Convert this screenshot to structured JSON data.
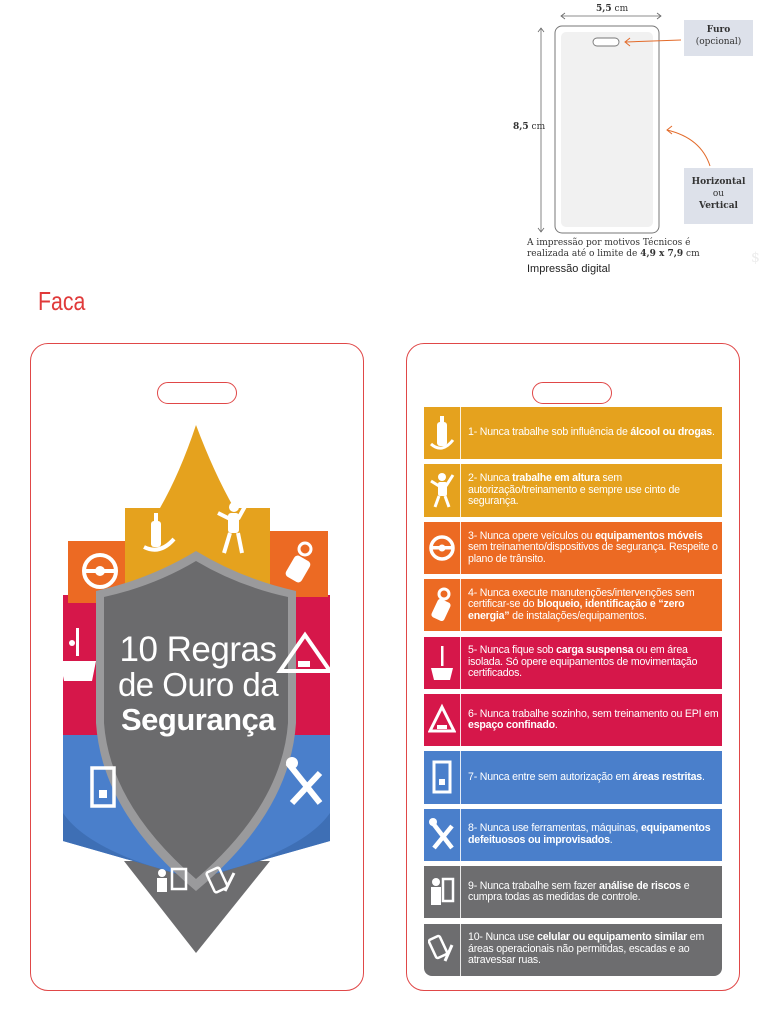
{
  "spec": {
    "width_label": "5,5",
    "height_label": "8,5",
    "unit": "cm",
    "furo_title": "Furo",
    "furo_sub": "(opcional)",
    "orient_h": "Horizontal",
    "orient_ou": "ou",
    "orient_v": "Vertical",
    "note_line1": "A impressão por motivos Técnicos é",
    "note_line2_prefix": "realizada até o limite de ",
    "note_line2_bold": "4,9 x 7,9",
    "note_line2_suffix": " cm",
    "digital": "Impressão digital"
  },
  "faca_title": "Faca",
  "shield": {
    "line1": "10 Regras",
    "line2": "de Ouro da",
    "line3": "Segurança"
  },
  "colors": {
    "yellow": "#e5a21e",
    "orange": "#ec6a23",
    "red": "#d6174a",
    "blue": "#4a7fcb",
    "gray": "#6d6d6f",
    "shield": "#6b6b6d",
    "card_border": "#e04848"
  },
  "rules": [
    {
      "color": "#e5a21e",
      "icon": "alcohol-icon",
      "parts": [
        [
          "1- Nunca trabalhe sob influência de ",
          false
        ],
        [
          "álcool ou drogas",
          true
        ],
        [
          ".",
          false
        ]
      ]
    },
    {
      "color": "#e5a21e",
      "icon": "height-work-icon",
      "parts": [
        [
          "2- Nunca ",
          false
        ],
        [
          "trabalhe em altura",
          true
        ],
        [
          " sem autorização/treinamento e sempre use cinto de segurança.",
          false
        ]
      ]
    },
    {
      "color": "#ec6a23",
      "icon": "steering-wheel-icon",
      "parts": [
        [
          "3- Nunca opere veículos ou ",
          false
        ],
        [
          "equipamentos móveis",
          true
        ],
        [
          " sem treinamento/dispositivos de segurança. Respeite o plano de trânsito.",
          false
        ]
      ]
    },
    {
      "color": "#ec6a23",
      "icon": "lockout-tag-icon",
      "parts": [
        [
          "4- Nunca execute manutenções/intervenções sem certificar-se do ",
          false
        ],
        [
          "bloqueio, identificação e “zero energia”",
          true
        ],
        [
          " de instalações/equipamentos.",
          false
        ]
      ]
    },
    {
      "color": "#d6174a",
      "icon": "suspended-load-icon",
      "parts": [
        [
          "5- Nunca fique sob ",
          false
        ],
        [
          "carga suspensa",
          true
        ],
        [
          " ou em área isolada. Só opere equipamentos de movimentação certificados.",
          false
        ]
      ]
    },
    {
      "color": "#d6174a",
      "icon": "confined-space-icon",
      "parts": [
        [
          "6- Nunca trabalhe sozinho, sem treinamento ou EPI em ",
          false
        ],
        [
          "espaço confinado",
          true
        ],
        [
          ".",
          false
        ]
      ]
    },
    {
      "color": "#4a7fcb",
      "icon": "restricted-door-icon",
      "parts": [
        [
          "7- Nunca entre sem autorização em ",
          false
        ],
        [
          "áreas restritas",
          true
        ],
        [
          ".",
          false
        ]
      ]
    },
    {
      "color": "#4a7fcb",
      "icon": "tools-icon",
      "parts": [
        [
          "8- Nunca use ferramentas, máquinas, ",
          false
        ],
        [
          "equipamentos defeituosos ou improvisados",
          true
        ],
        [
          ".",
          false
        ]
      ]
    },
    {
      "color": "#6d6d6f",
      "icon": "risk-analysis-icon",
      "parts": [
        [
          "9- Nunca trabalhe sem fazer ",
          false
        ],
        [
          "análise de riscos",
          true
        ],
        [
          " e cumpra todas as medidas de controle.",
          false
        ]
      ]
    },
    {
      "color": "#6d6d6f",
      "icon": "phone-walking-icon",
      "parts": [
        [
          "10- Nunca use ",
          false
        ],
        [
          "celular ou equipamento similar",
          true
        ],
        [
          " em áreas operacionais não permitidas, escadas e ao atravessar ruas.",
          false
        ]
      ]
    }
  ]
}
